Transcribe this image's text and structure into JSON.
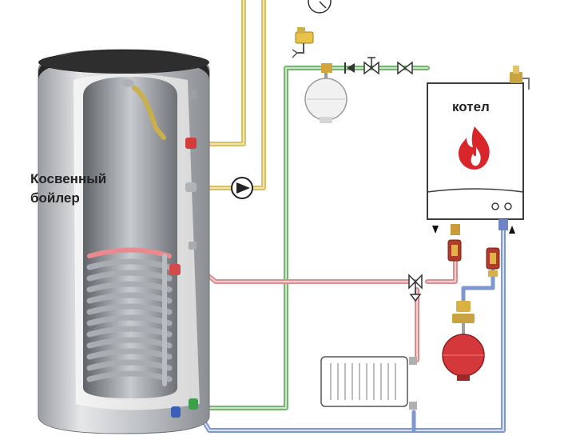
{
  "labels": {
    "boiler_line1": "Косвенный",
    "boiler_line2": "бойлер",
    "kotel": "котел"
  },
  "colors": {
    "hot_pipe": "#e8a0a0",
    "cold_pipe": "#9fb4e0",
    "supply_pipe_yellow": "#e6d27a",
    "makeup_pipe_green": "#93c88e",
    "tank_shell": "#c9cbce",
    "tank_cap": "#2b2b2b",
    "coil": "#b8bcc2",
    "expansion_tank_white": "#eeeeee",
    "expansion_tank_red": "#d23a36",
    "flame": "#d9262b"
  },
  "icons": [
    "flame-icon",
    "pump-icon",
    "gauge-icon",
    "valve-icon",
    "three-way-valve-icon",
    "check-valve-icon",
    "radiator-icon",
    "expansion-tank-icon",
    "air-vent-icon",
    "safety-valve-icon",
    "filter-icon"
  ]
}
